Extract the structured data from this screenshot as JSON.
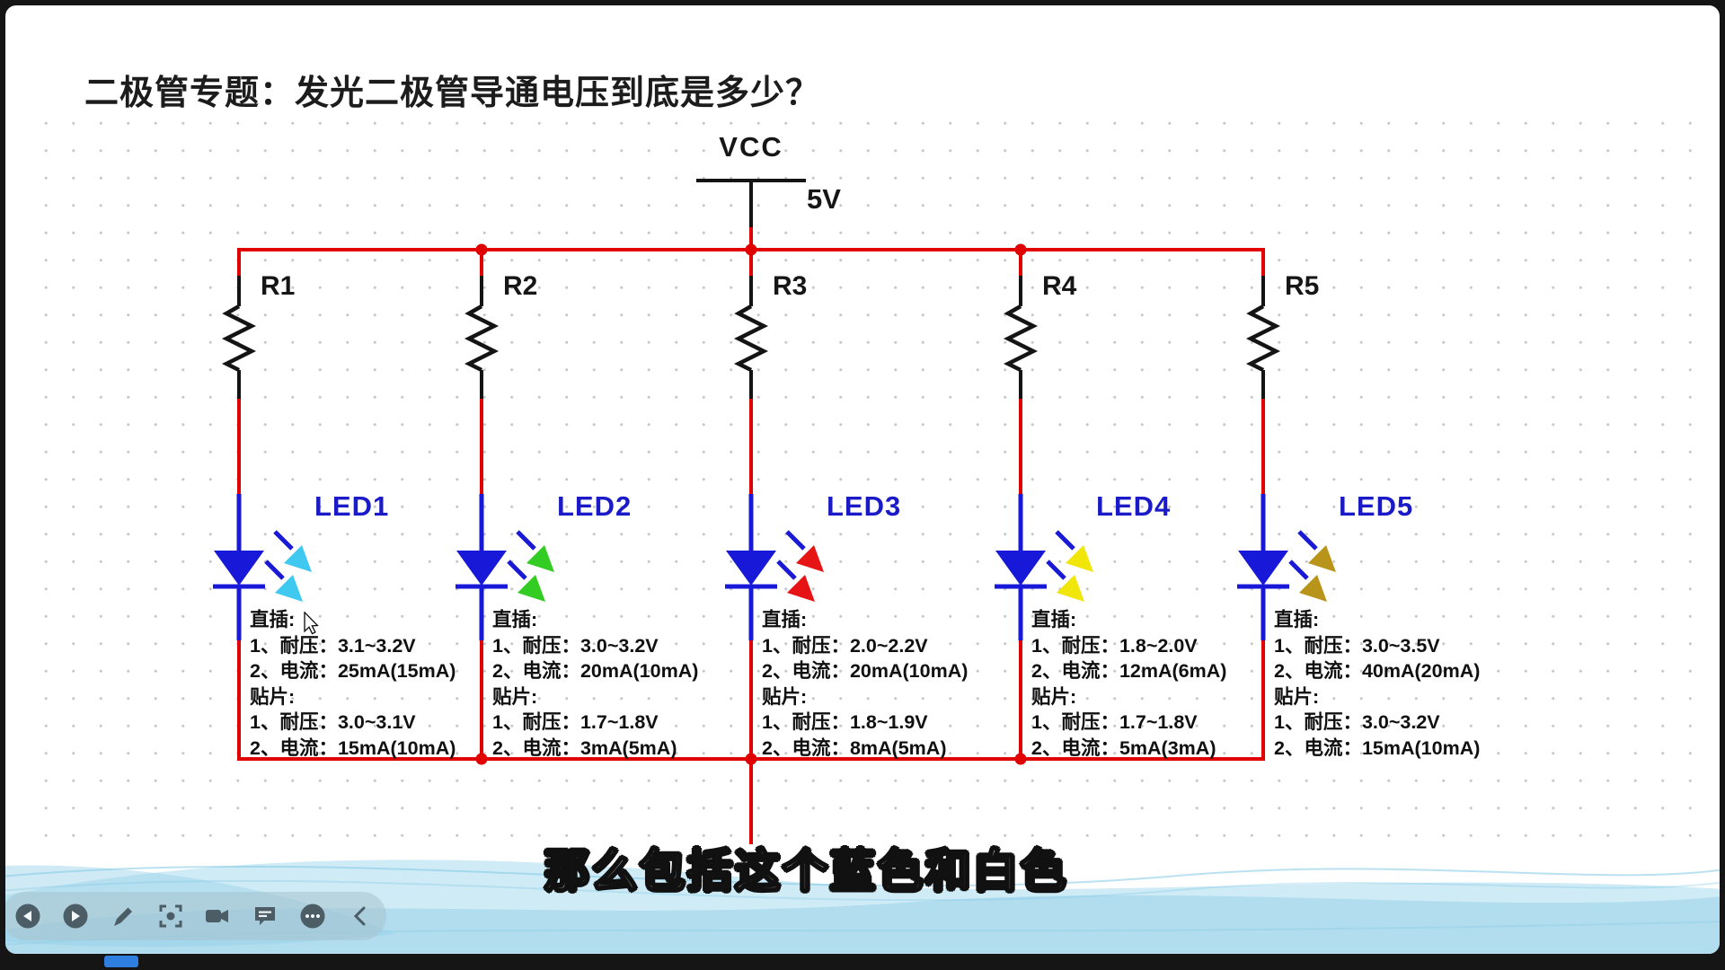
{
  "title": "二极管专题：发光二极管导通电压到底是多少？",
  "power": {
    "net": "VCC",
    "voltage": "5V"
  },
  "resistors": [
    {
      "ref": "R1"
    },
    {
      "ref": "R2"
    },
    {
      "ref": "R3"
    },
    {
      "ref": "R4"
    },
    {
      "ref": "R5"
    }
  ],
  "leds": [
    {
      "ref": "LED1",
      "arrow_color": "#3FC8F0",
      "specs": [
        "直插:",
        "1、耐压：3.1~3.2V",
        "2、电流：25mA(15mA)",
        "贴片:",
        "1、耐压：3.0~3.1V",
        "2、电流：15mA(10mA)"
      ]
    },
    {
      "ref": "LED2",
      "arrow_color": "#33CC22",
      "specs": [
        "直插:",
        "1、耐压：3.0~3.2V",
        "2、电流：20mA(10mA)",
        "贴片:",
        "1、耐压：1.7~1.8V",
        "2、电流：3mA(5mA)"
      ]
    },
    {
      "ref": "LED3",
      "arrow_color": "#E61414",
      "specs": [
        "直插:",
        "1、耐压：2.0~2.2V",
        "2、电流：20mA(10mA)",
        "贴片:",
        "1、耐压：1.8~1.9V",
        "2、电流：8mA(5mA)"
      ]
    },
    {
      "ref": "LED4",
      "arrow_color": "#F0E60A",
      "specs": [
        "直插:",
        "1、耐压：1.8~2.0V",
        "2、电流：12mA(6mA)",
        "贴片:",
        "1、耐压：1.7~1.8V",
        "2、电流：5mA(3mA)"
      ]
    },
    {
      "ref": "LED5",
      "arrow_color": "#B8941A",
      "specs": [
        "直插:",
        "1、耐压：3.0~3.5V",
        "2、电流：40mA(20mA)",
        "贴片:",
        "1、耐压：3.0~3.2V",
        "2、电流：15mA(10mA)"
      ]
    }
  ],
  "subtitle": "那么包括这个蓝色和白色",
  "toolbar": {
    "icons": [
      "previous",
      "play",
      "edit",
      "focus",
      "camera",
      "comment",
      "more",
      "collapse"
    ]
  },
  "colors": {
    "wire_red": "#E00000",
    "device_blue": "#1818D8",
    "label_blue": "#1A1AC8",
    "accent_chip": "#2E7FE0"
  }
}
